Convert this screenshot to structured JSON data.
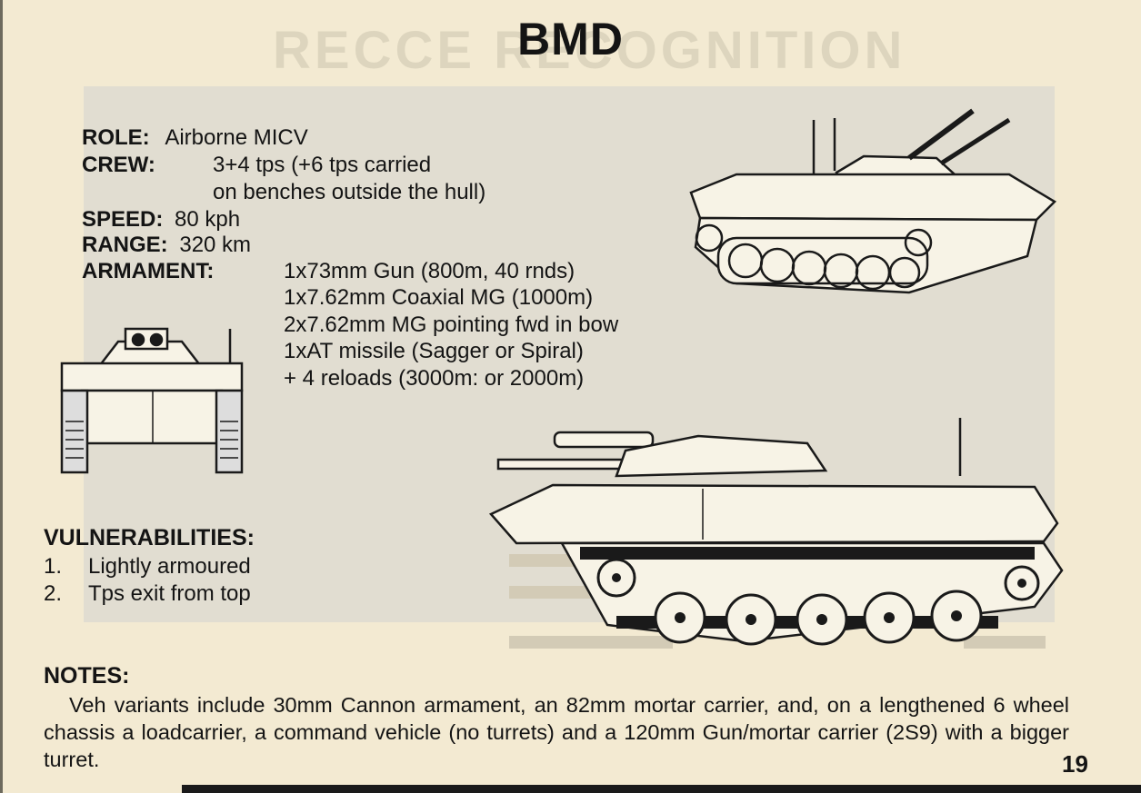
{
  "header": {
    "ghost_title": "RECCE RECOGNITION",
    "title": "BMD"
  },
  "specs": {
    "role": {
      "label": "ROLE:",
      "value": "Airborne MICV"
    },
    "crew": {
      "label": "CREW:",
      "value_1": "3+4 tps (+6 tps carried",
      "value_2": "on benches outside the hull)"
    },
    "speed": {
      "label": "SPEED:",
      "value": "80 kph"
    },
    "range": {
      "label": "RANGE:",
      "value": "320 km"
    },
    "armament": {
      "label": "ARMAMENT:",
      "items": [
        "1x73mm Gun (800m, 40 rnds)",
        "1x7.62mm Coaxial MG (1000m)",
        "2x7.62mm MG pointing fwd in bow",
        "1xAT missile (Sagger or Spiral)",
        "+ 4 reloads (3000m: or 2000m)"
      ]
    }
  },
  "vulnerabilities": {
    "heading": "VULNERABILITIES:",
    "items": [
      {
        "num": "1.",
        "text": "Lightly armoured"
      },
      {
        "num": "2.",
        "text": "Tps exit from top"
      }
    ]
  },
  "notes": {
    "heading": "NOTES:",
    "text": "Veh variants include 30mm Cannon armament, an 82mm mortar carrier, and, on a lengthened 6 wheel chassis a loadcarrier, a command vehicle (no turrets) and a 120mm Gun/mortar carrier (2S9) with a bigger turret."
  },
  "page_number": "19",
  "colors": {
    "paper": "#f3ead2",
    "ink": "#141414",
    "bleed_gray": "#e1ddd1"
  },
  "illustrations": [
    "bmd-front-view",
    "bmd-three-quarter-view",
    "bmd-side-view"
  ]
}
